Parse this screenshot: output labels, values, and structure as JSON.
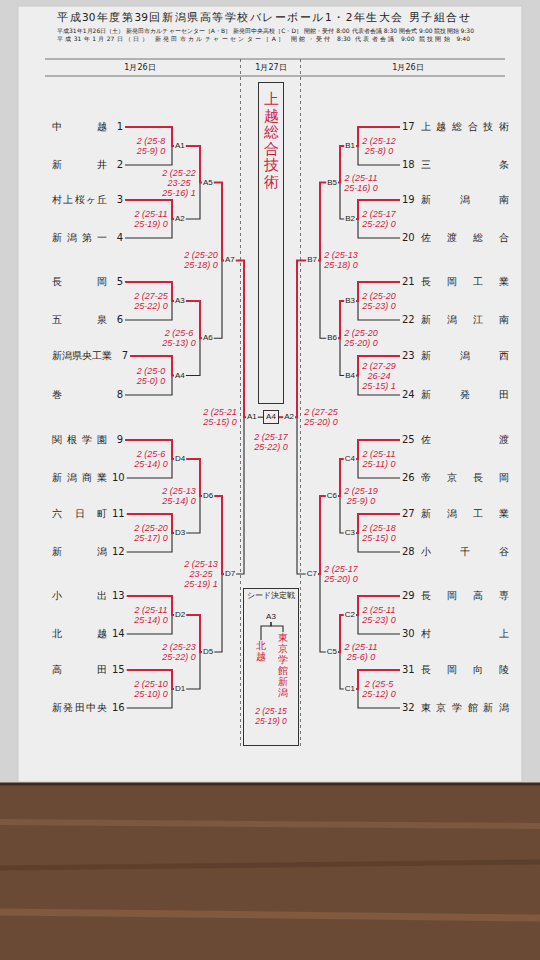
{
  "diagram": {
    "title": "平成30年度第39回新潟県高等学校バレーボール1・2年生大会 男子組合せ",
    "nodes": [
      {
        "text": [
          "中越",
          "1"
        ]
      },
      {
        "text": [
          "新井",
          "2"
        ]
      },
      {
        "text": [
          "村上桜ヶ丘",
          "3"
        ]
      },
      {
        "text": [
          "新潟第一",
          "4"
        ]
      },
      {
        "text": [
          "長岡",
          "5"
        ]
      },
      {
        "text": [
          "五泉",
          "6"
        ]
      },
      {
        "text": [
          "新潟県央工業",
          "7"
        ]
      },
      {
        "text": [
          "巻",
          "8"
        ]
      },
      {
        "text": [
          "関根学園",
          "9"
        ]
      },
      {
        "text": [
          "新潟商業",
          "10"
        ]
      },
      {
        "text": [
          "六日町",
          "11"
        ]
      },
      {
        "text": [
          "新潟",
          "12"
        ]
      },
      {
        "text": [
          "小出",
          "13"
        ]
      },
      {
        "text": [
          "北越",
          "14"
        ]
      },
      {
        "text": [
          "高田",
          "15"
        ]
      },
      {
        "text": [
          "新発田中央",
          "16"
        ]
      },
      {
        "text": [
          "A1"
        ]
      },
      {
        "text": [
          "A2"
        ]
      },
      {
        "text": [
          "A3"
        ]
      },
      {
        "text": [
          "A4"
        ]
      },
      {
        "text": [
          "A5"
        ]
      },
      {
        "text": [
          "A6"
        ]
      },
      {
        "text": [
          "A7"
        ]
      },
      {
        "text": [
          "D4"
        ]
      },
      {
        "text": [
          "D3"
        ]
      },
      {
        "text": [
          "D2"
        ]
      },
      {
        "text": [
          "D1"
        ]
      },
      {
        "text": [
          "D6"
        ]
      },
      {
        "text": [
          "D5"
        ]
      },
      {
        "text": [
          "D7"
        ]
      },
      {
        "text": [
          "A1"
        ]
      },
      {
        "text": [
          "上越総合技術"
        ]
      },
      {
        "text": [
          "A4"
        ]
      },
      {
        "text": [
          "A2"
        ]
      },
      {
        "text": [
          "17",
          "上越総合技術"
        ]
      },
      {
        "text": [
          "18",
          "三条"
        ]
      },
      {
        "text": [
          "19",
          "新潟南"
        ]
      },
      {
        "text": [
          "20",
          "佐渡総合"
        ]
      },
      {
        "text": [
          "21",
          "長岡工業"
        ]
      },
      {
        "text": [
          "22",
          "新潟江南"
        ]
      },
      {
        "text": [
          "23",
          "新潟西"
        ]
      },
      {
        "text": [
          "24",
          "新発田"
        ]
      },
      {
        "text": [
          "25",
          "佐渡"
        ]
      },
      {
        "text": [
          "26",
          "帝京長岡"
        ]
      },
      {
        "text": [
          "27",
          "新潟工業"
        ]
      },
      {
        "text": [
          "28",
          "小千谷"
        ]
      },
      {
        "text": [
          "29",
          "長岡高専"
        ]
      },
      {
        "text": [
          "30",
          "村上"
        ]
      },
      {
        "text": [
          "31",
          "長岡向陵"
        ]
      },
      {
        "text": [
          "32",
          "東京学館新潟"
        ]
      },
      {
        "text": [
          "B1"
        ]
      },
      {
        "text": [
          "B2"
        ]
      },
      {
        "text": [
          "B3"
        ]
      },
      {
        "text": [
          "B4"
        ]
      },
      {
        "text": [
          "B5"
        ]
      },
      {
        "text": [
          "B6"
        ]
      },
      {
        "text": [
          "B7"
        ]
      },
      {
        "text": [
          "C4"
        ]
      },
      {
        "text": [
          "C3"
        ]
      },
      {
        "text": [
          "C2"
        ]
      },
      {
        "text": [
          "C1"
        ]
      },
      {
        "text": [
          "C6"
        ]
      },
      {
        "text": [
          "C5"
        ]
      },
      {
        "text": [
          "C7"
        ]
      },
      {
        "text": [
          "シード決定戦"
        ]
      },
      {
        "text": [
          "A3"
        ],
        "in": 64
      },
      {
        "text": [
          "北越"
        ],
        "in": 64
      },
      {
        "text": [
          "東京学館新潟"
        ],
        "in": 64
      }
    ],
    "edges": [
      {
        "from": 0,
        "to": 16,
        "arrow": "none"
      },
      {
        "from": 1,
        "to": 16,
        "arrow": "none"
      },
      {
        "from": 2,
        "to": 17,
        "arrow": "none"
      },
      {
        "from": 3,
        "to": 17,
        "arrow": "none"
      },
      {
        "from": 4,
        "to": 18,
        "arrow": "none"
      },
      {
        "from": 5,
        "to": 18,
        "arrow": "none"
      },
      {
        "from": 6,
        "to": 19,
        "arrow": "none"
      },
      {
        "from": 7,
        "to": 19,
        "arrow": "none"
      },
      {
        "from": 8,
        "to": 23,
        "arrow": "none"
      },
      {
        "from": 9,
        "to": 23,
        "arrow": "none"
      },
      {
        "from": 10,
        "to": 24,
        "arrow": "none"
      },
      {
        "from": 11,
        "to": 24,
        "arrow": "none"
      },
      {
        "from": 12,
        "to": 25,
        "arrow": "none"
      },
      {
        "from": 13,
        "to": 25,
        "arrow": "none"
      },
      {
        "from": 14,
        "to": 26,
        "arrow": "none"
      },
      {
        "from": 15,
        "to": 26,
        "arrow": "none"
      },
      {
        "from": 16,
        "to": 20,
        "arrow": "none"
      },
      {
        "from": 17,
        "to": 20,
        "arrow": "none"
      },
      {
        "from": 18,
        "to": 21,
        "arrow": "none"
      },
      {
        "from": 19,
        "to": 21,
        "arrow": "none"
      },
      {
        "from": 23,
        "to": 27,
        "arrow": "none"
      },
      {
        "from": 24,
        "to": 27,
        "arrow": "none"
      },
      {
        "from": 25,
        "to": 28,
        "arrow": "none"
      },
      {
        "from": 26,
        "to": 28,
        "arrow": "none"
      },
      {
        "from": 20,
        "to": 22,
        "arrow": "none"
      },
      {
        "from": 21,
        "to": 22,
        "arrow": "none"
      },
      {
        "from": 27,
        "to": 29,
        "arrow": "none"
      },
      {
        "from": 28,
        "to": 29,
        "arrow": "none"
      },
      {
        "from": 22,
        "to": 30,
        "arrow": "none"
      },
      {
        "from": 29,
        "to": 30,
        "arrow": "none"
      },
      {
        "from": 30,
        "to": 32,
        "arrow": "none"
      },
      {
        "from": 33,
        "to": 32,
        "arrow": "none"
      },
      {
        "from": 34,
        "to": 50,
        "arrow": "none"
      },
      {
        "from": 35,
        "to": 50,
        "arrow": "none"
      },
      {
        "from": 36,
        "to": 51,
        "arrow": "none"
      },
      {
        "from": 37,
        "to": 51,
        "arrow": "none"
      },
      {
        "from": 38,
        "to": 52,
        "arrow": "none"
      },
      {
        "from": 39,
        "to": 52,
        "arrow": "none"
      },
      {
        "from": 40,
        "to": 53,
        "arrow": "none"
      },
      {
        "from": 41,
        "to": 53,
        "arrow": "none"
      },
      {
        "from": 42,
        "to": 57,
        "arrow": "none"
      },
      {
        "from": 43,
        "to": 57,
        "arrow": "none"
      },
      {
        "from": 44,
        "to": 58,
        "arrow": "none"
      },
      {
        "from": 45,
        "to": 58,
        "arrow": "none"
      },
      {
        "from": 46,
        "to": 59,
        "arrow": "none"
      },
      {
        "from": 47,
        "to": 59,
        "arrow": "none"
      },
      {
        "from": 48,
        "to": 60,
        "arrow": "none"
      },
      {
        "from": 49,
        "to": 60,
        "arrow": "none"
      },
      {
        "from": 50,
        "to": 54,
        "arrow": "none"
      },
      {
        "from": 51,
        "to": 54,
        "arrow": "none"
      },
      {
        "from": 52,
        "to": 55,
        "arrow": "none"
      },
      {
        "from": 53,
        "to": 55,
        "arrow": "none"
      },
      {
        "from": 57,
        "to": 61,
        "arrow": "none"
      },
      {
        "from": 58,
        "to": 61,
        "arrow": "none"
      },
      {
        "from": 59,
        "to": 62,
        "arrow": "none"
      },
      {
        "from": 60,
        "to": 62,
        "arrow": "none"
      },
      {
        "from": 54,
        "to": 56,
        "arrow": "none"
      },
      {
        "from": 55,
        "to": 56,
        "arrow": "none"
      },
      {
        "from": 61,
        "to": 63,
        "arrow": "none"
      },
      {
        "from": 62,
        "to": 63,
        "arrow": "none"
      },
      {
        "from": 56,
        "to": 33,
        "arrow": "none"
      },
      {
        "from": 63,
        "to": 33,
        "arrow": "none"
      },
      {
        "from": 66,
        "to": 65,
        "arrow": "none"
      },
      {
        "from": 67,
        "to": 65,
        "arrow": "none"
      }
    ],
    "labels": [
      "平成31年1月26日（土） 新発田市カルチャーセンター［A・B］ 新発田中央高校［C・D］ 開館・受付 8:00 代表者会議 8:30 開会式 9:00 競技開始 9:30",
      "平成31年1月27日（日） 新発田市カルチャーセンター［A］ 開館・受付 8:30 代表者会議 9:00 競技開始 9:40",
      "1月26日",
      "1月27日",
      "1月26日",
      "2 (25-8 25-9) 0",
      "2 (25-11 25-19) 0",
      "2 (27-25 25-22) 0",
      "2 (25-0 25-0) 0",
      "2 (25-22 23-25 25-16) 1",
      "2 (25-6 25-13) 0",
      "2 (25-20 25-18) 0",
      "2 (25-6 25-14) 0",
      "2 (25-20 25-17) 0",
      "2 (25-11 25-14) 0",
      "2 (25-10 25-10) 0",
      "2 (25-13 25-14) 0",
      "2 (25-23 25-22) 0",
      "2 (25-13 23-25 25-19) 1",
      "2 (25-21 25-15) 0",
      "2 (25-17 25-22) 0",
      "2 (27-25 25-20) 0",
      "2 (25-12 25-8) 0",
      "2 (25-17 25-22) 0",
      "2 (25-20 25-23) 0",
      "2 (27-29 26-24 25-15) 1",
      "2 (25-11 25-16) 0",
      "2 (25-20 25-20) 0",
      "2 (25-13 25-18) 0",
      "2 (25-11 25-11) 0",
      "2 (25-18 25-15) 0",
      "2 (25-11 25-23) 0",
      "2 (25-5 25-12) 0",
      "2 (25-19 25-9) 0",
      "2 (25-11 25-6) 0",
      "2 (25-17 25-20) 0",
      "2 (25-15 25-19) 0"
    ]
  }
}
